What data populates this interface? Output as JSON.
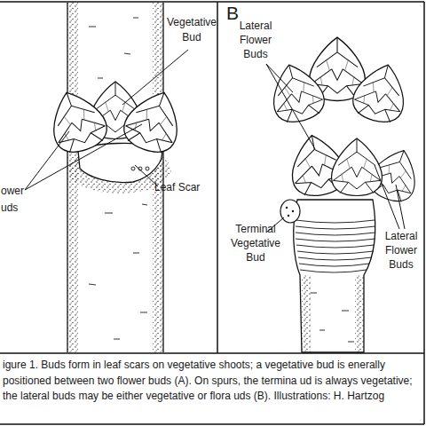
{
  "diagram": {
    "caption": "igure 1. Buds form in leaf scars on vegetative shoots; a vegetative bud is enerally positioned between two  flower buds (A). On spurs, the termina ud is always vegetative; the lateral buds may be either vegetative or flora uds (B). Illustrations: H. Hartzog",
    "labels": [
      "Vegetative Bud",
      "ower uds",
      "Leaf Scar",
      "B",
      "Lateral Flower Buds",
      "Terminal Vegetative Bud",
      "Lateral Flower Buds"
    ]
  }
}
